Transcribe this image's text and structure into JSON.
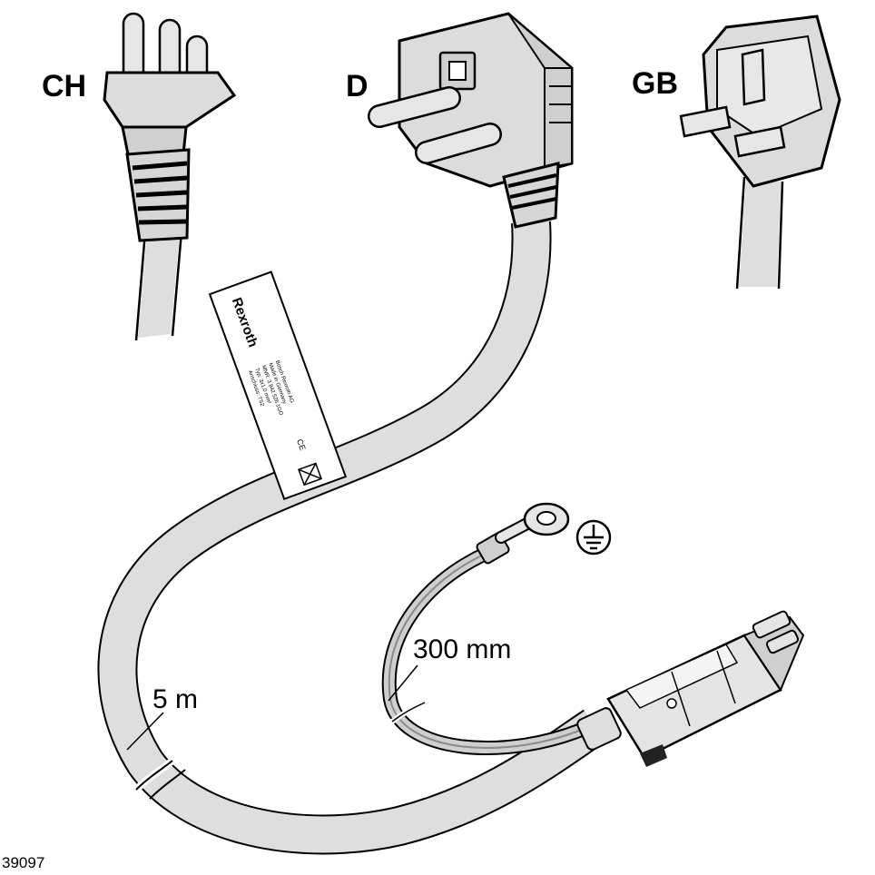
{
  "plugs": {
    "ch_label": "CH",
    "d_label": "D",
    "gb_label": "GB"
  },
  "dimensions": {
    "main_cable_length": "5 m",
    "ground_lead_length": "300 mm"
  },
  "cable_tag": {
    "brand": "Rexroth",
    "line_1": "Bosch Rexroth AG",
    "line_2": "Made in Germany",
    "line_3": "MNR: 3 842 526 1GO",
    "line_4": "Typ: 3x1,0 mm²",
    "line_5": "Anschluss: TS2",
    "mark": "CE"
  },
  "figure_id": "39097",
  "icons": {
    "ground_symbol": "protective-earth-icon",
    "disposal_symbol": "crossed-bin-icon"
  }
}
